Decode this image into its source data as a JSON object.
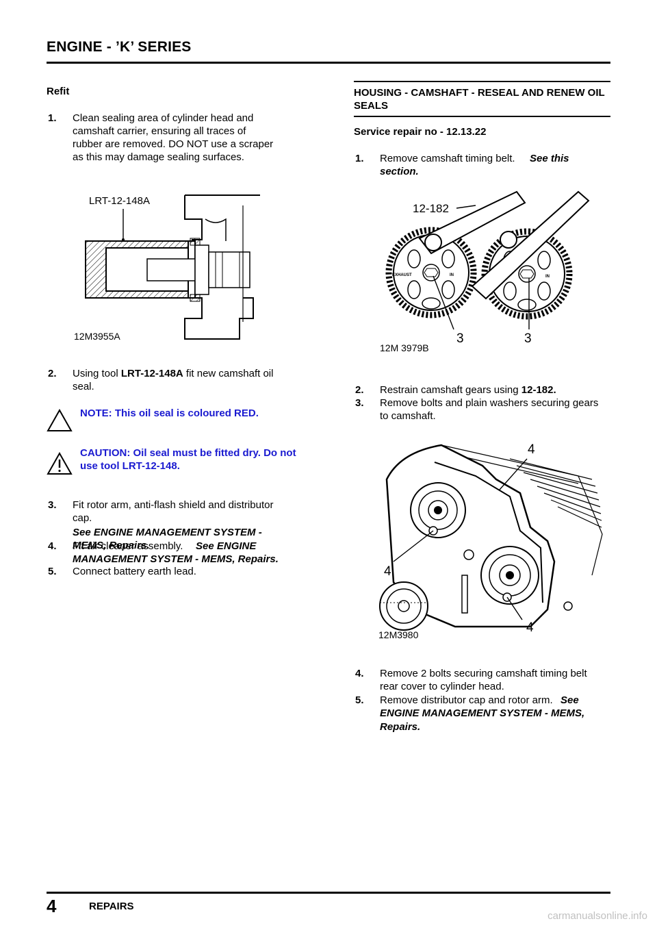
{
  "header": {
    "title": "ENGINE - ’K’ SERIES"
  },
  "left": {
    "heading": "Refit",
    "step1": {
      "num": "1.",
      "text": "Clean sealing area of cylinder head and camshaft carrier, ensuring all traces of rubber are removed. DO NOT use a scraper as this may damage sealing surfaces."
    },
    "fig1": {
      "tool_label": "LRT-12-148A",
      "code": "12M3955A"
    },
    "step2": {
      "num": "2.",
      "pre": "Using tool ",
      "tool": "LRT-12-148A",
      "post": " fit new camshaft oil seal."
    },
    "note": "NOTE: This oil seal is coloured RED.",
    "caution": "CAUTION: Oil seal must be fitted dry. Do not use tool LRT-12-148.",
    "step3": {
      "num": "3.",
      "text": "Fit rotor arm, anti-flash shield and distributor cap.",
      "ref": "See ENGINE MANAGEMENT SYSTEM - MEMS, Repairs."
    },
    "step4": {
      "num": "4.",
      "text": "Fit air cleaner assembly.",
      "ref_a": "See ENGINE",
      "ref_b": "MANAGEMENT SYSTEM - MEMS, Repairs."
    },
    "step5": {
      "num": "5.",
      "text": "Connect battery earth lead."
    }
  },
  "right": {
    "heading": "HOUSING - CAMSHAFT - RESEAL AND RENEW OIL SEALS",
    "service": "Service repair no - 12.13.22",
    "step1": {
      "num": "1.",
      "text": "Remove camshaft timing belt.",
      "ref_a": "See this",
      "ref_b": "section."
    },
    "fig2": {
      "tool": "12-182",
      "code": "12M 3979B",
      "callout_a": "3",
      "callout_b": "3",
      "gear_label_exhaust": "EXHAUST",
      "gear_label_in": "IN"
    },
    "step2": {
      "num": "2.",
      "pre": "Restrain camshaft gears using ",
      "tool": "12-182."
    },
    "step3": {
      "num": "3.",
      "text": "Remove bolts and plain washers securing gears to camshaft."
    },
    "fig3": {
      "code": "12M3980",
      "callout_a": "4",
      "callout_b": "4",
      "callout_c": "4"
    },
    "step4": {
      "num": "4.",
      "text": "Remove 2 bolts securing camshaft timing belt rear cover to cylinder head."
    },
    "step5": {
      "num": "5.",
      "text": "Remove distributor cap and rotor arm.",
      "ref_a": "See",
      "ref_b": "ENGINE MANAGEMENT SYSTEM - MEMS,",
      "ref_c": "Repairs."
    }
  },
  "footer": {
    "page": "4",
    "section": "REPAIRS"
  },
  "watermark": "carmanualsonline.info"
}
